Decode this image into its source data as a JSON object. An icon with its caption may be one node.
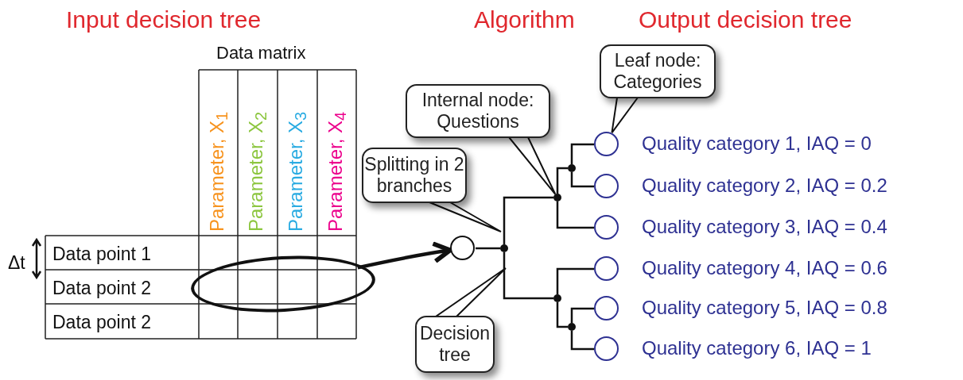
{
  "diagram": {
    "nodes": [
      {
        "text": [
          "Leaf node: Categories"
        ]
      },
      {
        "text": [
          "Internal node: Questions"
        ]
      },
      {
        "text": [
          "Splitting in 2 branches"
        ]
      },
      {
        "text": [],
        "shape": "ellipse"
      },
      {
        "text": [],
        "shape": "circle"
      },
      {
        "text": [],
        "shape": "dot"
      },
      {
        "text": [],
        "shape": "dot"
      },
      {
        "text": [],
        "shape": "dot"
      },
      {
        "text": [],
        "shape": "circle",
        "beside": [
          "Quality category 1, IAQ = 0"
        ]
      },
      {
        "text": [],
        "shape": "circle",
        "beside": [
          "Quality category 2, IAQ = 0.2"
        ]
      },
      {
        "text": [],
        "shape": "circle",
        "beside": [
          "Quality category 3, IAQ = 0.4"
        ]
      },
      {
        "text": [],
        "shape": "circle",
        "beside": [
          "Quality category 4, IAQ = 0.6"
        ]
      },
      {
        "text": [],
        "shape": "circle",
        "beside": [
          "Quality category 5, IAQ = 0.8"
        ]
      },
      {
        "text": [],
        "shape": "circle",
        "beside": [
          "Quality category 6, IAQ = 1"
        ]
      },
      {
        "text": [],
        "shape": "dot"
      },
      {
        "text": [],
        "shape": "dot"
      },
      {
        "text": [
          "Decision tree"
        ]
      }
    ],
    "edges": [
      {
        "from": 3,
        "to": 4,
        "arrow": "to",
        "style": "thick"
      },
      {
        "from": 4,
        "to": 5,
        "arrow": "none"
      },
      {
        "from": 5,
        "to": 6,
        "arrow": "none"
      },
      {
        "from": 5,
        "to": 14,
        "arrow": "none"
      },
      {
        "from": 6,
        "to": 7,
        "arrow": "none"
      },
      {
        "from": 6,
        "to": 10,
        "arrow": "none"
      },
      {
        "from": 7,
        "to": 8,
        "arrow": "none"
      },
      {
        "from": 7,
        "to": 9,
        "arrow": "none"
      },
      {
        "from": 14,
        "to": 11,
        "arrow": "none"
      },
      {
        "from": 14,
        "to": 15,
        "arrow": "none"
      },
      {
        "from": 15,
        "to": 12,
        "arrow": "none"
      },
      {
        "from": 15,
        "to": 13,
        "arrow": "none"
      },
      {
        "from": 0,
        "to": 8,
        "arrow": "none"
      },
      {
        "from": 1,
        "to": 6,
        "arrow": "none"
      },
      {
        "from": 2,
        "to": null,
        "arrow": "none"
      },
      {
        "from": 16,
        "to": null,
        "arrow": "none"
      }
    ],
    "labels": [
      "Input decision tree",
      "Algorithm",
      "Output decision tree",
      "Data matrix",
      "Parameter, X$_{1}$",
      "Parameter, X$_{2}$",
      "Parameter, X$_{3}$",
      "Parameter, X$_{4}$",
      "Δt",
      "Data point 1",
      "Data point 2",
      "Data point 2"
    ]
  }
}
